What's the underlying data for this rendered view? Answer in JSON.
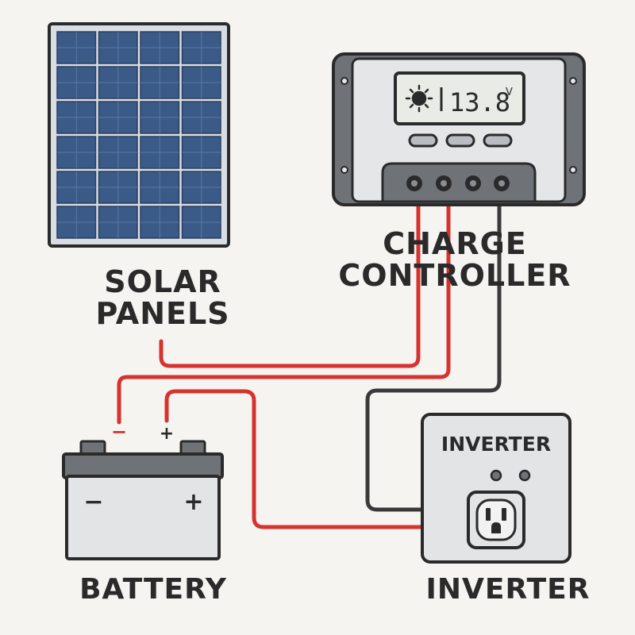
{
  "labels": {
    "solar_line1": "SOLAR",
    "solar_line2": "PANELS",
    "charge_line1": "CHARGE",
    "charge_line2": "CONTROLLER",
    "battery": "BATTERY",
    "inverter": "INVERTER"
  },
  "controller": {
    "display_reading": "13.8",
    "display_unit": "V",
    "display_icon": "sun-icon"
  },
  "inverter_box": {
    "title": "INVERTER",
    "outlet_icon": "power-outlet-icon"
  },
  "battery_box": {
    "terminal_negative": "−",
    "terminal_positive": "+",
    "wire_negative": "−",
    "wire_positive": "+"
  },
  "colors": {
    "background": "#f6f4f1",
    "outline": "#2a2a2a",
    "panel_cell": "#3a5a88",
    "panel_frame": "#d8dde3",
    "controller_body": "#6f7378",
    "controller_face": "#e4e6e8",
    "lcd": "#e9ebe6",
    "device_gray": "#e3e4e6",
    "wire_red": "#d6322e",
    "wire_dark": "#3a3a3a"
  }
}
